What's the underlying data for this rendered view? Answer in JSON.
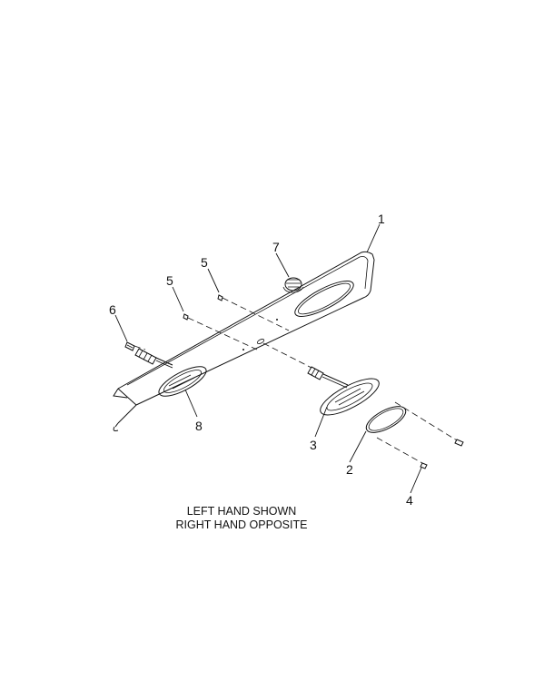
{
  "callouts": {
    "c1": "1",
    "c2": "2",
    "c3": "3",
    "c4": "4",
    "c5a": "5",
    "c5b": "5",
    "c6": "6",
    "c7": "7",
    "c8": "8"
  },
  "caption": {
    "line1": "LEFT HAND SHOWN",
    "line2": "RIGHT HAND OPPOSITE"
  }
}
